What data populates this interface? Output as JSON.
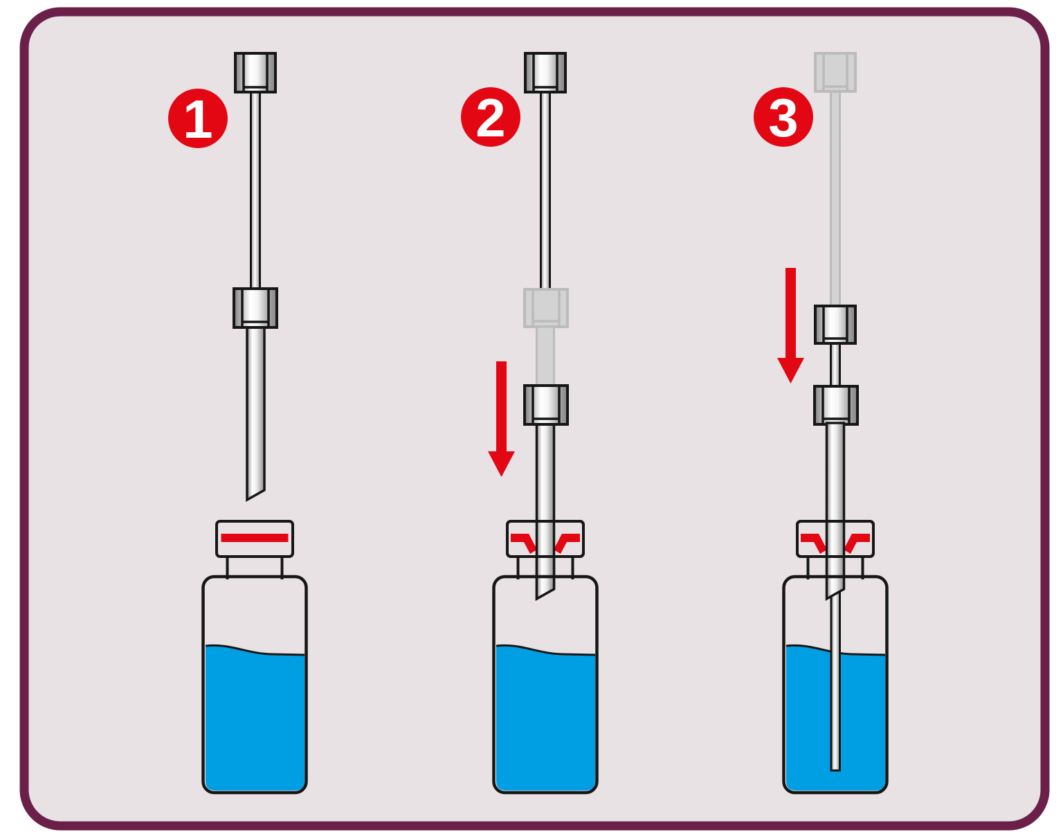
{
  "diagram": {
    "kind": "step-by-step instruction illustration",
    "subject": "needle-septum-vial-insertion",
    "steps": [
      {
        "number": "1",
        "badge": "red-circle",
        "arrow": "none"
      },
      {
        "number": "2",
        "badge": "red-circle",
        "arrow": "down"
      },
      {
        "number": "3",
        "badge": "red-circle",
        "arrow": "down"
      }
    ]
  },
  "colors": {
    "page": "#ffffff",
    "panel-bg": "#e8e2e5",
    "frame-border": "#6b2049",
    "accent-red": "#e30613",
    "liquid-blue": "#009fe3",
    "outline": "#161616",
    "ghost-fill": "#d3d3d3",
    "ghost-line": "#bbbbbb"
  }
}
